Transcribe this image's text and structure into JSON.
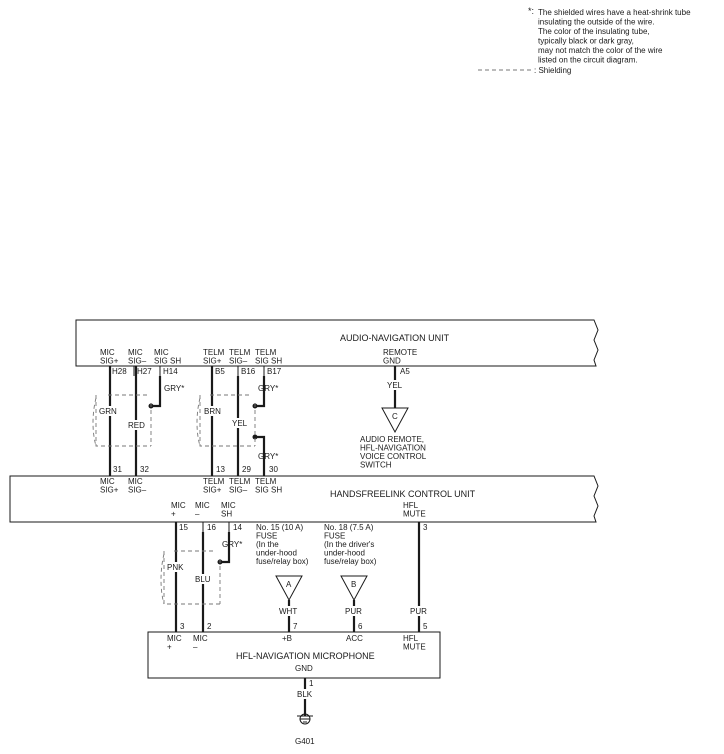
{
  "legend": {
    "note_lines": [
      "The shielded wires have a heat-shrink tube",
      "insulating the outside of the wire.",
      "The color of the insulating tube,",
      "typically black or dark gray,",
      "may not match the color of the wire",
      "listed on the circuit diagram."
    ],
    "shielding_label": ": Shielding",
    "asterisk": "*:"
  },
  "units": {
    "audio_nav": "AUDIO-NAVIGATION UNIT",
    "hfl_control": "HANDSFREELINK CONTROL UNIT",
    "microphone": "HFL-NAVIGATION MICROPHONE"
  },
  "audio_nav_pins": {
    "mic_pos": "MIC|SIG+",
    "mic_neg": "MIC|SIG–",
    "mic_sh": "MIC|SIG SH",
    "telm_pos": "TELM|SIG+",
    "telm_neg": "TELM|SIG–",
    "telm_sh": "TELM|SIG SH",
    "remote": "REMOTE|GND"
  },
  "audio_nav_terminals": {
    "h28": "H28",
    "h27": "H27",
    "h14": "H14",
    "b5": "B5",
    "b16": "B16",
    "b17": "B17",
    "a5": "A5"
  },
  "wires": {
    "grn": "GRN",
    "red": "RED",
    "gry_1": "GRY*",
    "brn": "BRN",
    "yel": "YEL",
    "gry_2": "GRY*",
    "gry_3": "GRY*",
    "yel_remote": "YEL",
    "pnk": "PNK",
    "blu": "BLU",
    "gry_4": "GRY*",
    "wht": "WHT",
    "pur_1": "PUR",
    "pur_2": "PUR",
    "blk": "BLK"
  },
  "remote_switch": {
    "letter": "C",
    "label": "AUDIO REMOTE,|HFL-NAVIGATION|VOICE CONTROL|SWITCH"
  },
  "hfl_top_terminals": {
    "t31": "31",
    "t32": "32",
    "t13": "13",
    "t29": "29",
    "t30": "30"
  },
  "hfl_top_pins": {
    "mic_pos": "MIC|SIG+",
    "mic_neg": "MIC|SIG–",
    "telm_pos": "TELM|SIG+",
    "telm_neg": "TELM|SIG–",
    "telm_sh": "TELM|SIG SH"
  },
  "hfl_bottom_pins": {
    "mic_pos": "MIC|+",
    "mic_neg": "MIC|–",
    "mic_sh": "MIC|SH",
    "hfl_mute": "HFL|MUTE"
  },
  "hfl_bottom_terminals": {
    "t15": "15",
    "t16": "16",
    "t14": "14",
    "t3": "3"
  },
  "fuses": {
    "a_letter": "A",
    "a_label": "No. 15 (10 A)|FUSE|(In the|under-hood|fuse/relay box)",
    "b_letter": "B",
    "b_label": "No. 18 (7.5 A)|FUSE|(In the driver's|under-hood|fuse/relay box)"
  },
  "mic_terminals": {
    "t3": "3",
    "t2": "2",
    "t7": "7",
    "t6": "6",
    "t5": "5",
    "t1": "1"
  },
  "mic_pins": {
    "mic_pos": "MIC|+",
    "mic_neg": "MIC|–",
    "b_plus": "+B",
    "acc": "ACC",
    "hfl_mute": "HFL|MUTE",
    "gnd": "GND"
  },
  "ground": {
    "label": "G401"
  }
}
